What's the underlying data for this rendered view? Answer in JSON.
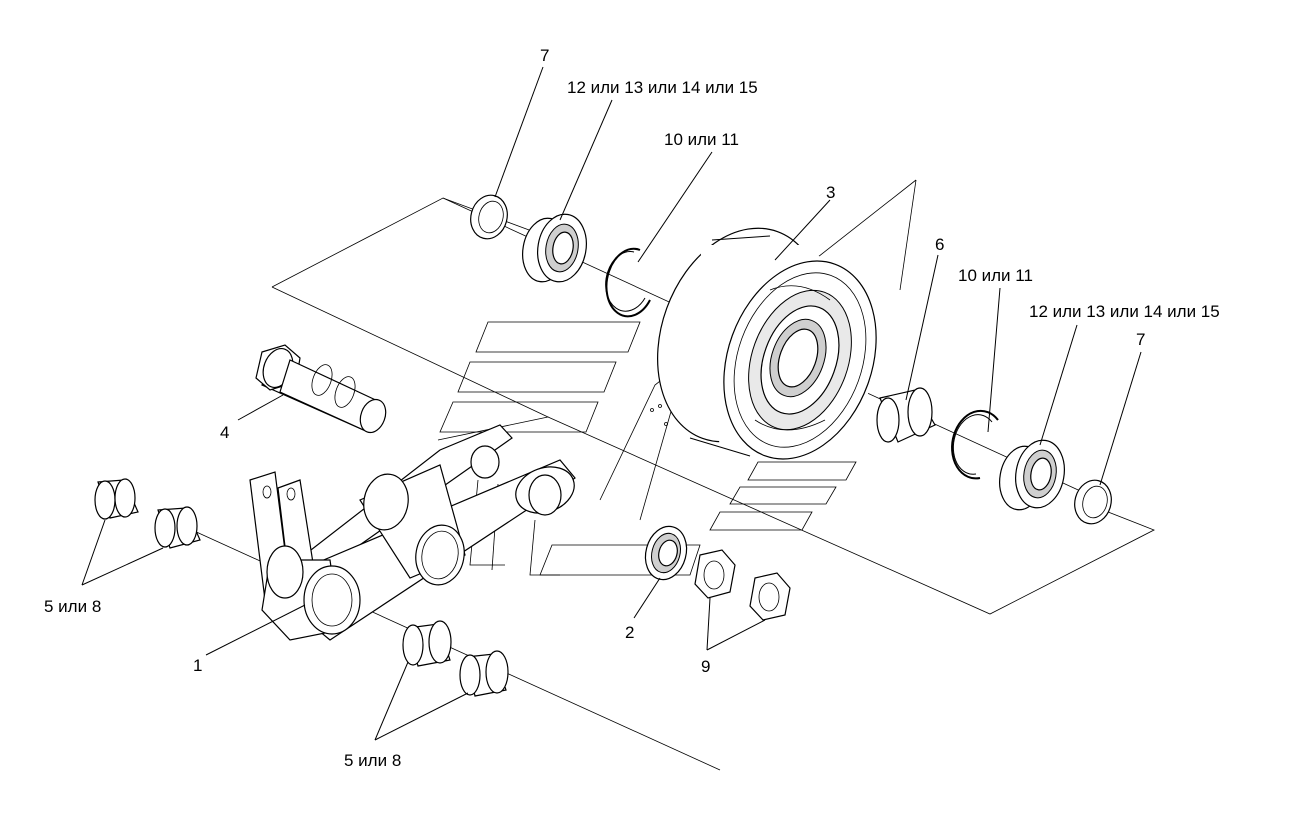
{
  "labels": {
    "c1": "1",
    "c2": "2",
    "c3": "3",
    "c4": "4",
    "c58_left": "5 или 8",
    "c58_bottom": "5 или 8",
    "c6": "6",
    "c7_top": "7",
    "c7_right": "7",
    "c9": "9",
    "c1011_top": "10 или 11",
    "c1011_right": "10 или 11",
    "c12_top": "12 или 13 или 14 или 15",
    "c12_right": "12 или 13 или 14 или 15"
  }
}
